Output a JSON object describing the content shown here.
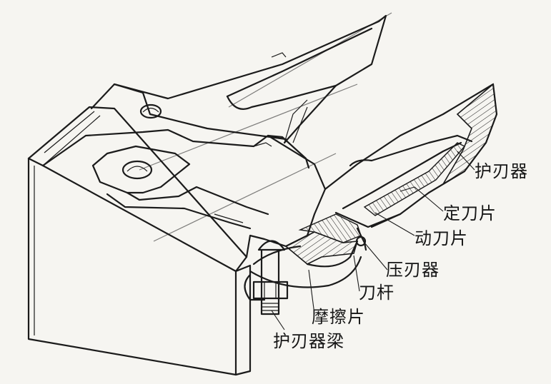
{
  "labels": {
    "guard": "护刃器",
    "ledger_plate": "定刀片",
    "knife_section": "动刀片",
    "hold_down_clip": "压刃器",
    "knife_back": "刀杆",
    "wear_plate": "摩擦片",
    "guard_bar": "护刃器梁"
  }
}
